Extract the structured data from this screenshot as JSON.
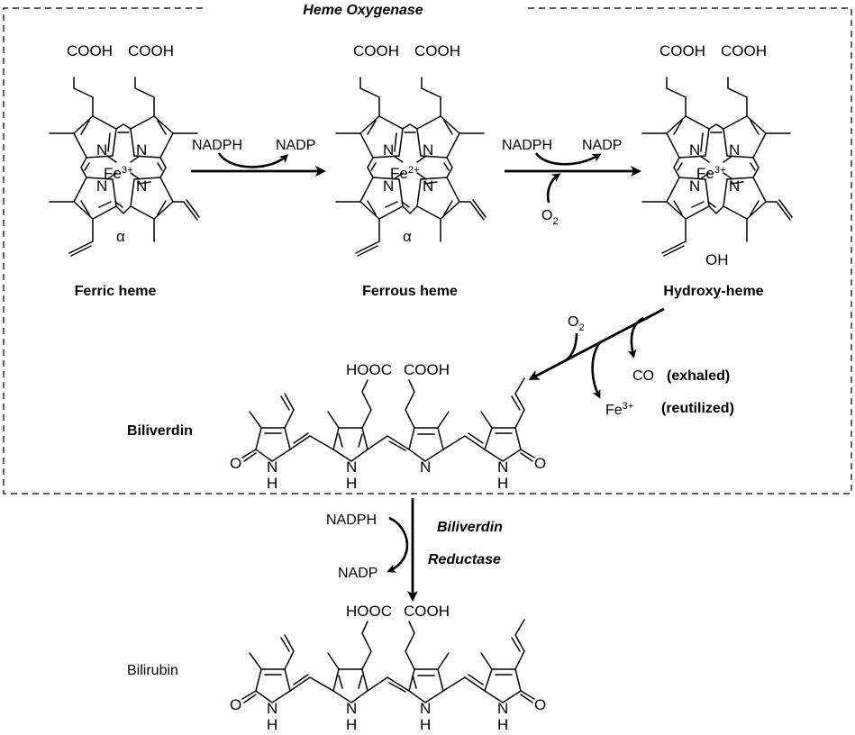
{
  "enzymes": {
    "heme_oxygenase": "Heme Oxygenase",
    "biliverdin_reductase_line1": "Biliverdin",
    "biliverdin_reductase_line2": "Reductase"
  },
  "compounds": {
    "ferric_heme": {
      "name": "Ferric heme",
      "metal": "Fe",
      "charge": "3+",
      "meso_label": "α"
    },
    "ferrous_heme": {
      "name": "Ferrous heme",
      "metal": "Fe",
      "charge": "2+",
      "meso_label": "α"
    },
    "hydroxy_heme": {
      "name": "Hydroxy-heme",
      "metal": "Fe",
      "charge": "3+",
      "meso_label": "OH"
    },
    "biliverdin": {
      "name": "Biliverdin"
    },
    "bilirubin": {
      "name": "Bilirubin"
    }
  },
  "atoms": {
    "cooh": "COOH",
    "hooc": "HOOC",
    "n": "N",
    "h": "H",
    "o": "O"
  },
  "cofactors": {
    "step1_in": "NADPH",
    "step1_out": "NADP",
    "step2_in": "NADPH",
    "step2_out": "NADP",
    "step2_o2": "O",
    "step2_o2_sub": "2",
    "step3_o2": "O",
    "step3_o2_sub": "2",
    "step4_in": "NADPH",
    "step4_out": "NADP"
  },
  "byproducts": {
    "co": "CO",
    "co_note": "(exhaled)",
    "fe": "Fe",
    "fe_charge": "3+",
    "fe_note": "(reutilized)"
  }
}
